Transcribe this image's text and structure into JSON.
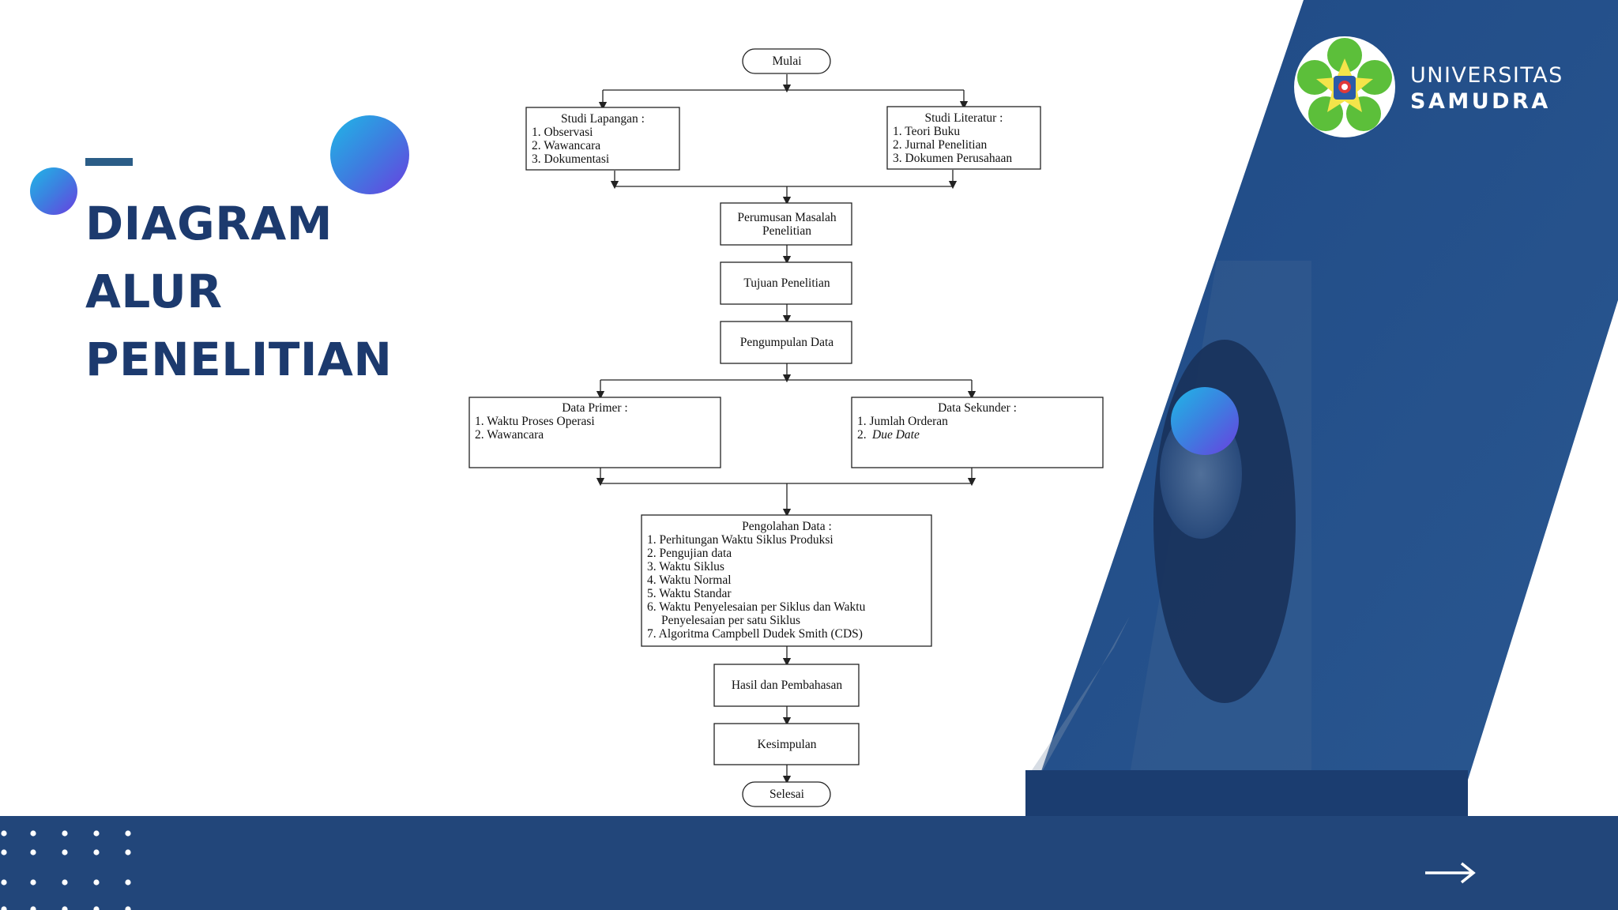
{
  "slide": {
    "title_lines": [
      "DIAGRAM",
      "ALUR",
      "PENELITIAN"
    ],
    "university_line1": "UNIVERSITAS",
    "university_line2": "SAMUDRA",
    "colors": {
      "navy": "#1c3a6e",
      "footer": "#22467a",
      "panel": "#1d3f73",
      "logo_green": "#5cbf3a"
    }
  },
  "flowchart": {
    "start": "Mulai",
    "studi_lapangan": {
      "title": "Studi Lapangan :",
      "items": [
        "1. Observasi",
        "2. Wawancara",
        "3. Dokumentasi"
      ]
    },
    "studi_literatur": {
      "title": "Studi Literatur :",
      "items": [
        "1. Teori Buku",
        "2. Jurnal Penelitian",
        "3. Dokumen Perusahaan"
      ]
    },
    "perumusan": [
      "Perumusan Masalah",
      "Penelitian"
    ],
    "tujuan": "Tujuan Penelitian",
    "pengumpulan": "Pengumpulan Data",
    "data_primer": {
      "title": "Data Primer :",
      "items": [
        "1. Waktu Proses Operasi",
        "2. Wawancara"
      ]
    },
    "data_sekunder": {
      "title": "Data Sekunder :",
      "items": [
        "1. Jumlah Orderan",
        "2."
      ],
      "item2_italic": "Due Date"
    },
    "pengolahan": {
      "title": "Pengolahan Data :",
      "items": [
        "1. Perhitungan Waktu Siklus Produksi",
        "2. Pengujian data",
        "3. Waktu Siklus",
        "4. Waktu Normal",
        "5. Waktu Standar",
        "6. Waktu Penyelesaian per Siklus dan Waktu",
        "Penyelesaian per satu Siklus",
        "7. Algoritma Campbell Dudek Smith (CDS)"
      ]
    },
    "hasil": "Hasil dan Pembahasan",
    "kesimpulan": "Kesimpulan",
    "end": "Selesai"
  }
}
